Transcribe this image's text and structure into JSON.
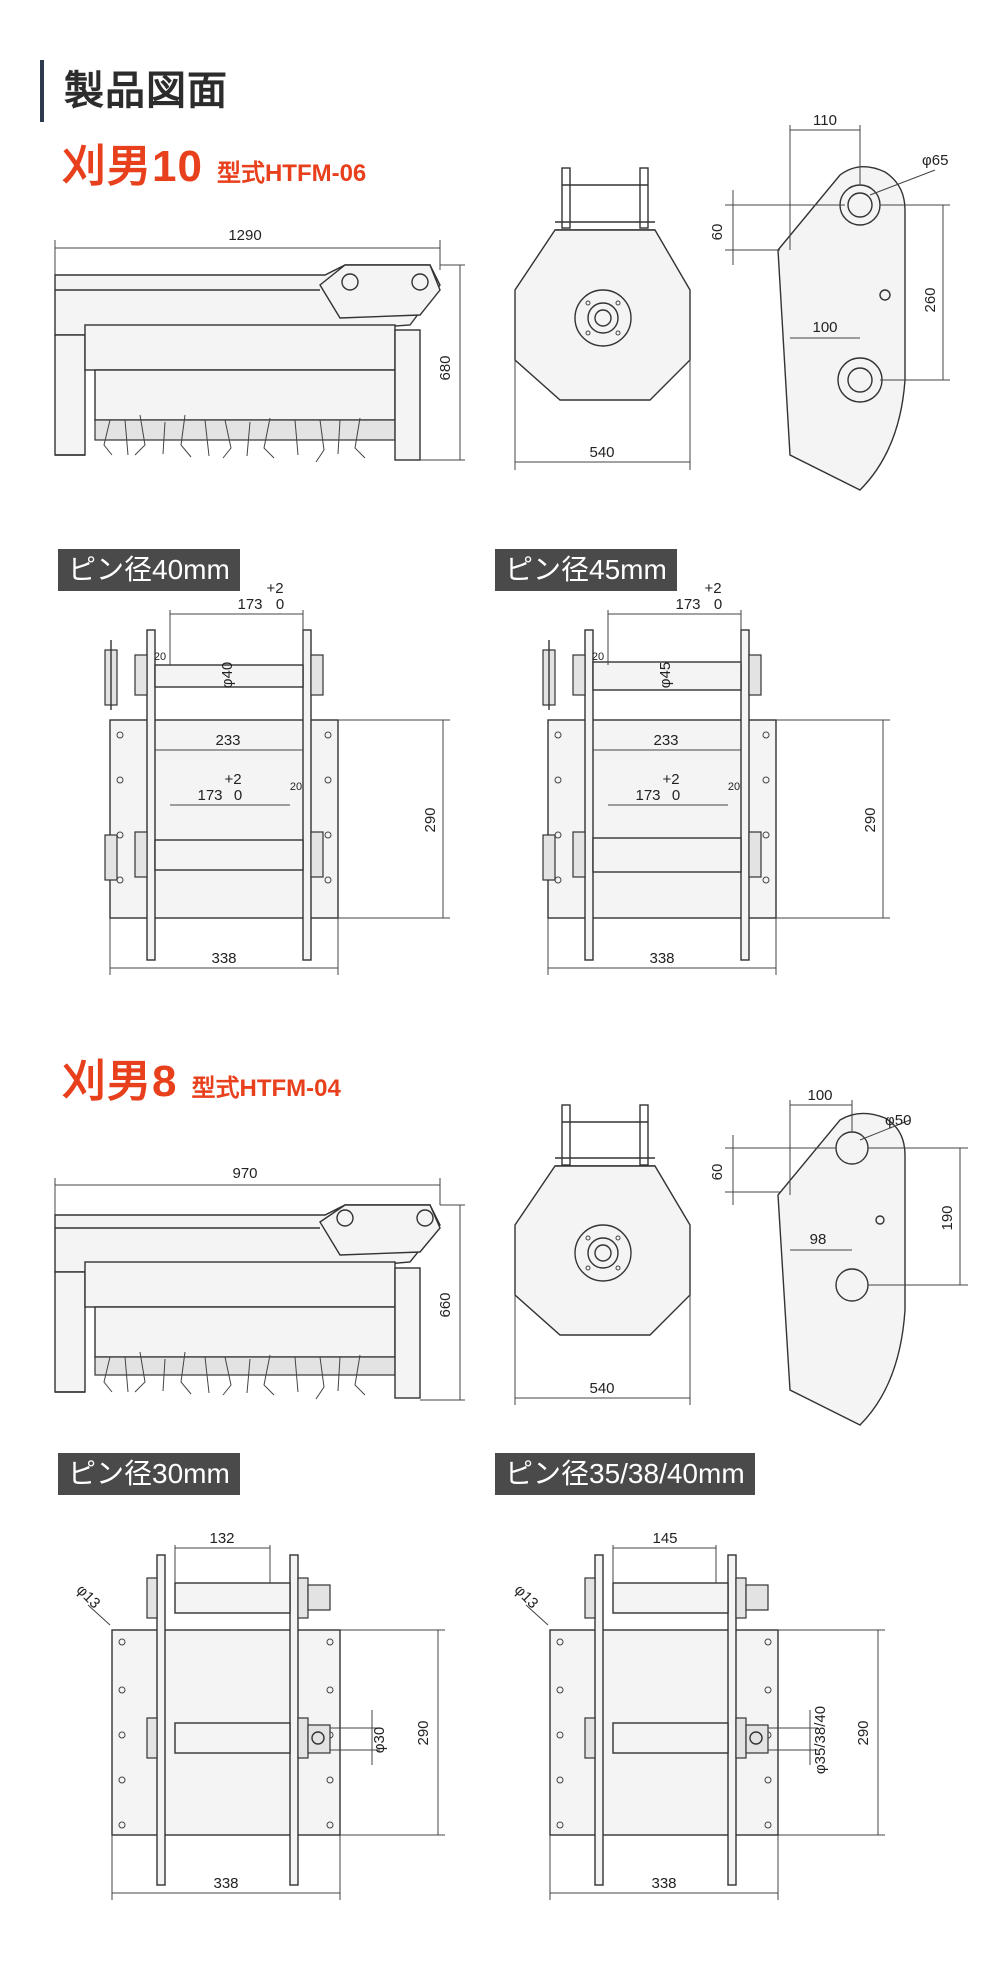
{
  "page_title": "製品図面",
  "models": [
    {
      "name": "刈男10",
      "type": "型式HTFM-06",
      "side_view": {
        "width": "1290",
        "height": "680"
      },
      "front_view": {
        "width": "540"
      },
      "bracket_view": {
        "top_offset": "110",
        "top_diameter": "φ65",
        "vertical_offset": "60",
        "hole_spacing": "260",
        "bottom_offset": "100"
      },
      "pin_variants": [
        {
          "label": "ピン径40mm",
          "top_width": "173",
          "tolerance_upper": "+2",
          "tolerance_lower": "0",
          "plate_gap": "20",
          "pin_diameter": "φ40",
          "inner_width": "233",
          "lower_width": "173",
          "lower_tolerance_upper": "+2",
          "lower_tolerance_lower": "0",
          "lower_gap": "20",
          "height": "290",
          "base_width": "338"
        },
        {
          "label": "ピン径45mm",
          "top_width": "173",
          "tolerance_upper": "+2",
          "tolerance_lower": "0",
          "plate_gap": "20",
          "pin_diameter": "φ45",
          "inner_width": "233",
          "lower_width": "173",
          "lower_tolerance_upper": "+2",
          "lower_tolerance_lower": "0",
          "lower_gap": "20",
          "height": "290",
          "base_width": "338"
        }
      ]
    },
    {
      "name": "刈男8",
      "type": "型式HTFM-04",
      "side_view": {
        "width": "970",
        "height": "660"
      },
      "front_view": {
        "width": "540"
      },
      "bracket_view": {
        "top_offset": "100",
        "top_diameter": "φ50",
        "vertical_offset": "60",
        "hole_spacing": "190",
        "bottom_offset": "98"
      },
      "pin_variants": [
        {
          "label": "ピン径30mm",
          "top_width": "132",
          "hole_diameter": "φ13",
          "pin_diameter": "φ30",
          "height": "290",
          "base_width": "338"
        },
        {
          "label": "ピン径35/38/40mm",
          "top_width": "145",
          "hole_diameter": "φ13",
          "pin_diameter": "φ35/38/40",
          "height": "290",
          "base_width": "338"
        }
      ]
    }
  ]
}
